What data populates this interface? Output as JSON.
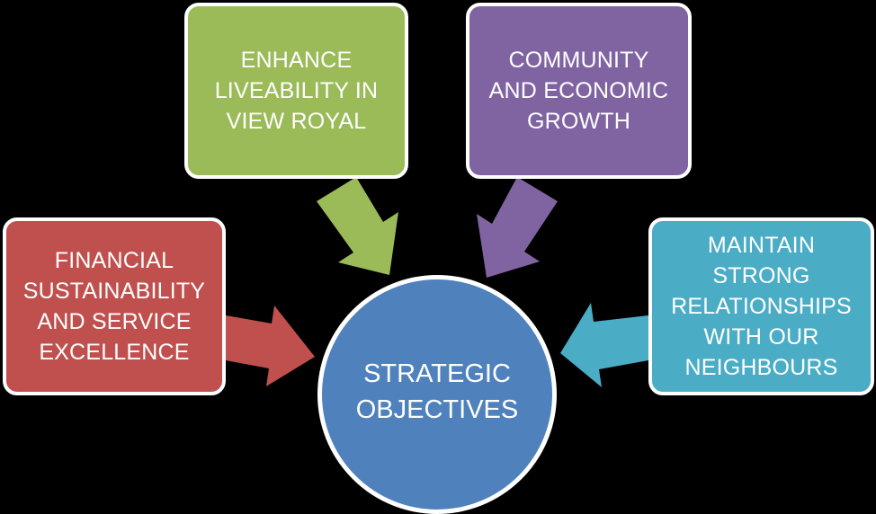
{
  "diagram": {
    "center": {
      "text": "STRATEGIC\nOBJECTIVES",
      "color": "#4f81bd"
    },
    "nodes": {
      "liveability": {
        "text": "ENHANCE\nLIVEABILITY IN\nVIEW ROYAL",
        "color": "#9bbb59"
      },
      "community": {
        "text": "COMMUNITY\nAND ECONOMIC\nGROWTH",
        "color": "#8064a2"
      },
      "financial": {
        "text": "FINANCIAL\nSUSTAINABILITY\nAND SERVICE\nEXCELLENCE",
        "color": "#c0504d"
      },
      "relationships": {
        "text": "MAINTAIN\nSTRONG\nRELATIONSHIPS\nWITH OUR\nNEIGHBOURS",
        "color": "#4bacc6"
      }
    }
  }
}
